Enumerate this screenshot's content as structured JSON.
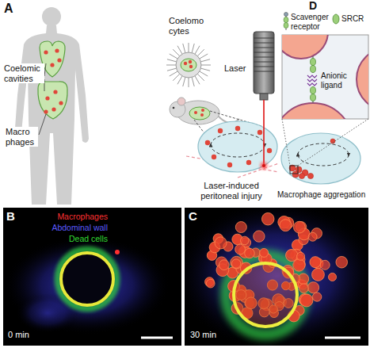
{
  "diagram": {
    "labels": [
      "A",
      "Coelomic cavities",
      "Macro phages",
      "Coelomo cytes",
      "Laser",
      "Laser-induced peritoneal injury",
      "D",
      "Scavenger receptor",
      "SRCR",
      "Anionic ligand",
      "Macrophage aggregation",
      "B",
      "0 min",
      "C",
      "30 min"
    ],
    "legend": [
      {
        "text": "Macrophages",
        "color": "#ff3030"
      },
      {
        "text": "Abdominal wall",
        "color": "#5a5aff"
      },
      {
        "text": "Dead cells",
        "color": "#33dd33"
      }
    ]
  }
}
